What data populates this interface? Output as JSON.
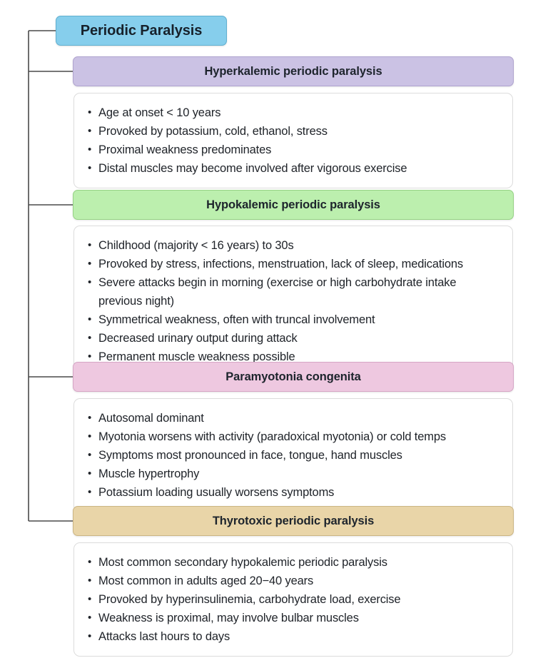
{
  "diagram": {
    "title": "Periodic Paralysis",
    "root": {
      "label": "Periodic Paralysis",
      "fill": "#86CEEC",
      "border": "#5FAFD0"
    },
    "colors": {
      "root_blue": "#86CEEC",
      "hyperkalemic_purple": "#CBC2E4",
      "hypokalemic_green": "#BCEFAE",
      "paramyotonia_pink": "#EEC8E0",
      "thyrotoxic_tan": "#E9D5A8",
      "connector_line": "#4a4a4a",
      "content_border": "#DCDCDC",
      "text": "#20242a",
      "background": "#ffffff"
    },
    "sections": [
      {
        "id": "hyperkalemic",
        "header": "Hyperkalemic periodic paralysis",
        "fill": "#CBC2E4",
        "border": "#AFA3CE",
        "bullets": [
          "Age at onset < 10 years",
          "Provoked by potassium, cold, ethanol, stress",
          "Proximal weakness predominates",
          "Distal muscles may become involved after vigorous exercise"
        ]
      },
      {
        "id": "hypokalemic",
        "header": "Hypokalemic periodic paralysis",
        "fill": "#BCEFAE",
        "border": "#96D285",
        "bullets": [
          "Childhood (majority < 16 years) to 30s",
          "Provoked by stress, infections, menstruation, lack of sleep, medications",
          "Severe attacks begin in morning (exercise or high carbohydrate intake previous night)",
          "Symmetrical weakness, often with truncal involvement",
          "Decreased urinary output during attack",
          "Permanent muscle weakness possible"
        ]
      },
      {
        "id": "paramyotonia",
        "header": "Paramyotonia congenita",
        "fill": "#EEC8E0",
        "border": "#D6A6C5",
        "bullets": [
          "Autosomal dominant",
          "Myotonia worsens with activity (paradoxical myotonia) or cold temps",
          "Symptoms most pronounced in face, tongue, hand muscles",
          "Muscle hypertrophy",
          "Potassium loading usually worsens symptoms"
        ]
      },
      {
        "id": "thyrotoxic",
        "header": "Thyrotoxic periodic paralysis",
        "fill": "#E9D5A8",
        "border": "#CBB583",
        "bullets": [
          "Most common secondary hypokalemic periodic paralysis",
          "Most common in adults aged 20−40 years",
          "Provoked by hyperinsulinemia, carbohydrate load, exercise",
          "Weakness is proximal, may involve bulbar muscles",
          "Attacks last hours to days"
        ]
      }
    ]
  }
}
